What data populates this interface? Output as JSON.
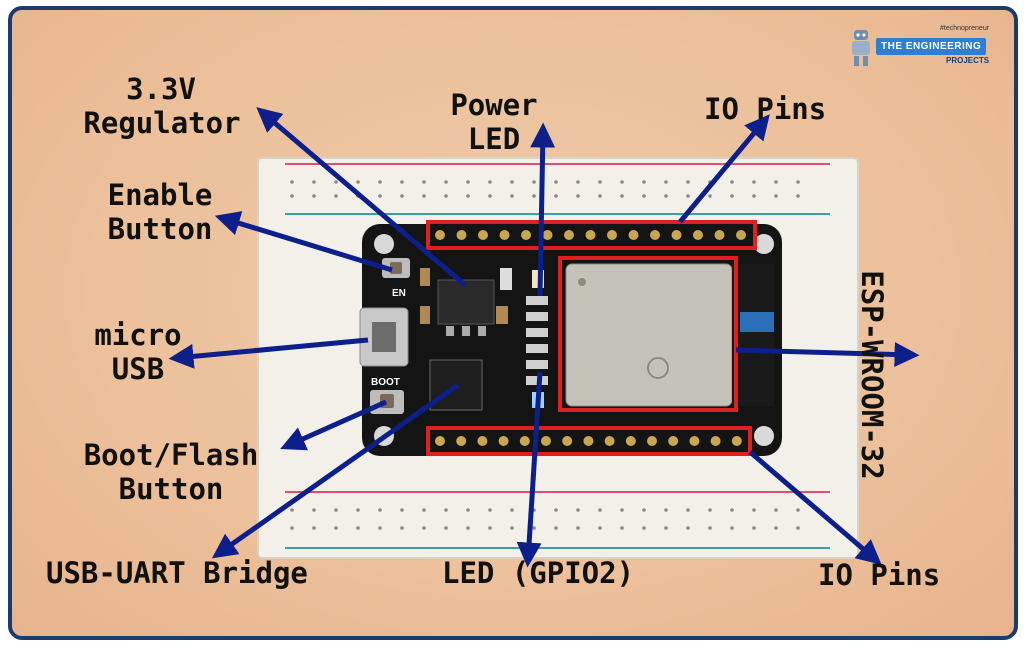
{
  "branding": {
    "tagline": "#technopreneur",
    "name": "THE ENGINEERING",
    "sub": "PROJECTS"
  },
  "labels": {
    "regulator": [
      "3.3V",
      "Regulator"
    ],
    "enable_button": [
      "Enable",
      "Button"
    ],
    "micro_usb": [
      "micro",
      "USB"
    ],
    "boot_button": [
      "Boot/Flash",
      "Button"
    ],
    "usb_uart": "USB-UART Bridge",
    "led_gpio2": "LED (GPIO2)",
    "power_led": [
      "Power",
      "LED"
    ],
    "io_pins_top": "IO Pins",
    "io_pins_bottom": "IO Pins",
    "esp_module": "ESP-WROOM-32"
  },
  "board_silkscreen": {
    "en": "EN",
    "boot": "BOOT"
  },
  "colors": {
    "arrow": "#0d1f8a",
    "highlight_box": "#e02020",
    "frame_border": "#1c3c6e",
    "board": "#141414",
    "breadboard": "#f2f0e8"
  }
}
